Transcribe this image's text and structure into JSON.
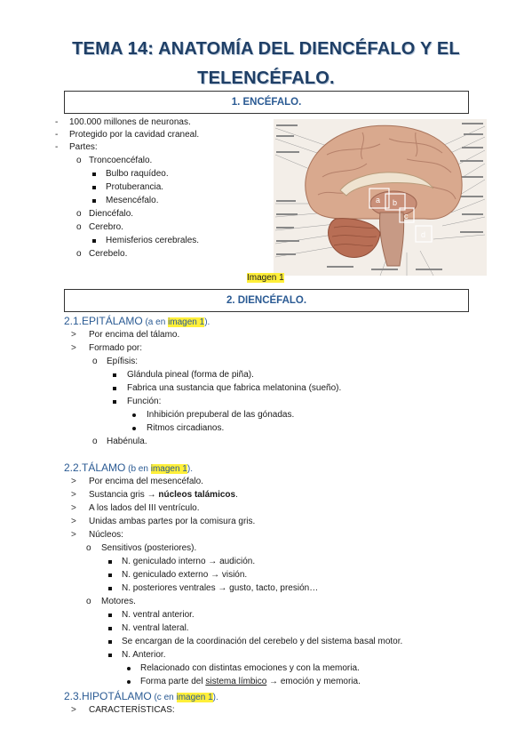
{
  "title": {
    "line1": "TEMA 14: ANATOMÍA DEL DIENCÉFALO Y EL",
    "line2": "TELENCÉFALO."
  },
  "sections": {
    "s1": "1.  ENCÉFALO.",
    "s2": "2.  DIENCÉFALO."
  },
  "encefalo": {
    "items": [
      "100.000 millones de neuronas.",
      "Protegido por la cavidad craneal.",
      "Partes:"
    ],
    "partes": {
      "tronco": "Troncoencéfalo.",
      "tronco_sub": [
        "Bulbo raquídeo.",
        "Protuberancia.",
        "Mesencéfalo."
      ],
      "diencefalo": "Diencéfalo.",
      "cerebro": "Cerebro.",
      "cerebro_sub": [
        "Hemisferios cerebrales."
      ],
      "cerebelo": "Cerebelo."
    }
  },
  "image": {
    "caption": "Imagen 1",
    "labels": [
      "a",
      "b",
      "c",
      "d"
    ]
  },
  "epitalamo": {
    "heading": "2.1.EPITÁLAMO",
    "ref_pre": " (a en ",
    "ref_hl": "imagen 1",
    "ref_post": ").",
    "l1": "Por encima del tálamo.",
    "l2": "Formado por:",
    "epifisis": "Epífisis:",
    "ep1": "Glándula pineal (forma de piña).",
    "ep2": "Fabrica una sustancia que fabrica melatonina (sueño).",
    "ep3": "Función:",
    "f1": "Inhibición prepuberal de las gónadas.",
    "f2": "Ritmos circadianos.",
    "habenula": "Habénula."
  },
  "talamo": {
    "heading": "2.2.TÁLAMO",
    "ref_pre": " (b en ",
    "ref_hl": "imagen 1",
    "ref_post": ").",
    "l1": "Por encima del mesencéfalo.",
    "l2_pre": "Sustancia gris → ",
    "l2_bold": "núcleos talámicos",
    "l2_post": ".",
    "l3": "A los lados del III ventrículo.",
    "l4": "Unidas ambas partes por la comisura gris.",
    "l5": "Núcleos:",
    "sens": "Sensitivos (posteriores).",
    "s1": "N. geniculado interno → audición.",
    "s2": "N. geniculado externo → visión.",
    "s3": "N. posteriores ventrales → gusto, tacto, presión…",
    "mot": "Motores.",
    "m1": "N. ventral anterior.",
    "m2": "N. ventral lateral.",
    "m3": "Se encargan de la coordinación del cerebelo y del sistema basal motor.",
    "m4": "N. Anterior.",
    "a1": "Relacionado con distintas emociones y con la memoria.",
    "a2_pre": "Forma parte del ",
    "a2_ul": "sistema límbico",
    "a2_post": " → emoción y memoria."
  },
  "hipotalamo": {
    "heading": "2.3.HIPOTÁLAMO",
    "ref_pre": " (c en ",
    "ref_hl": "imagen 1",
    "ref_post": ").",
    "l1": "CARACTERÍSTICAS:"
  },
  "colors": {
    "title": "#1f3f66",
    "heading": "#2a5a93",
    "highlight": "#ffef3a"
  }
}
